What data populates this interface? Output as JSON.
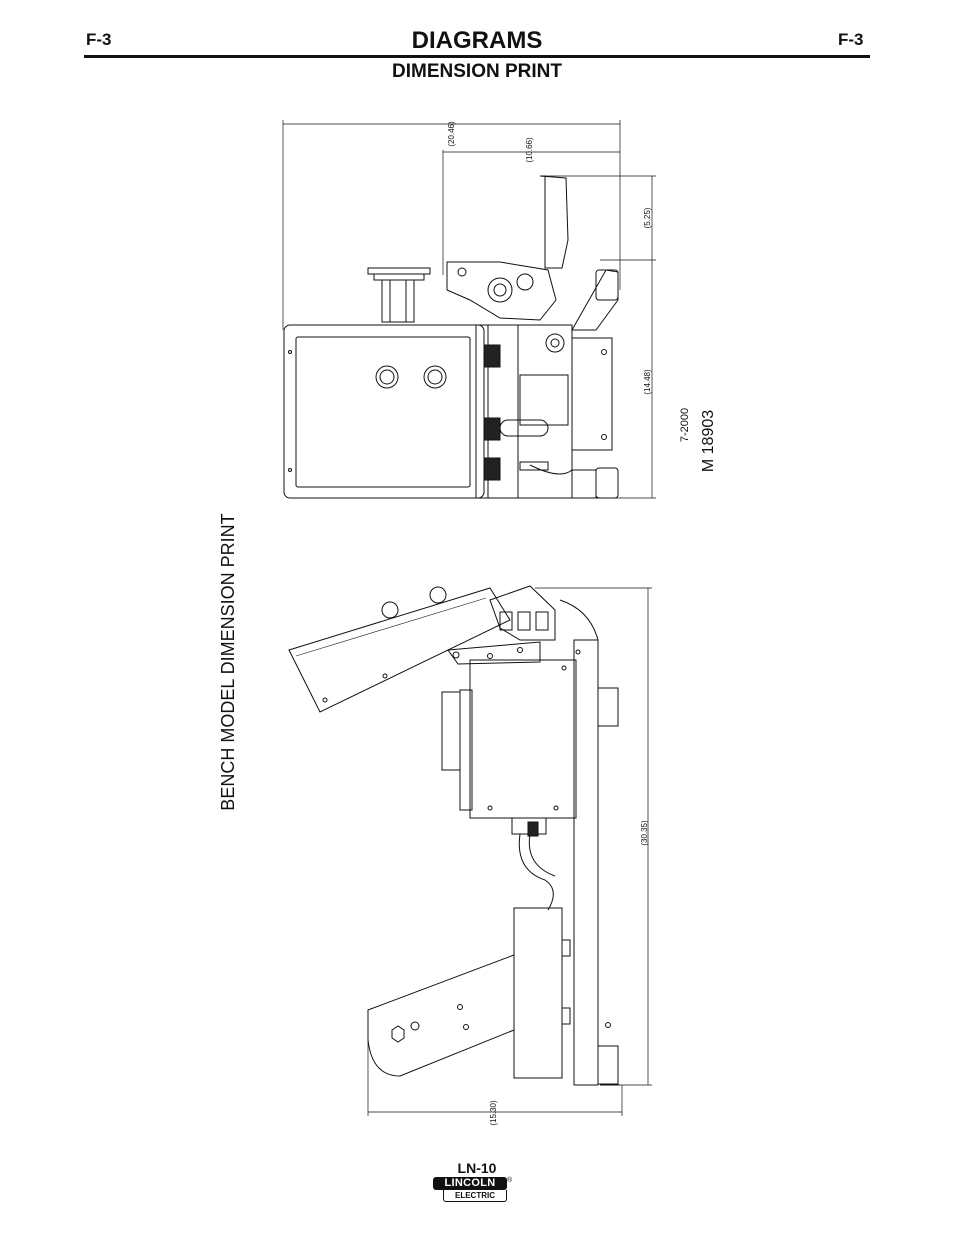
{
  "header": {
    "page_code_left": "F-3",
    "page_code_right": "F-3",
    "title": "DIAGRAMS",
    "subtitle": "DIMENSION PRINT"
  },
  "drawing": {
    "side_title": "BENCH MODEL DIMENSION PRINT",
    "date": "7-2000",
    "drawing_number": "M 18903",
    "dimensions": {
      "overall_top": "(20.46)",
      "arm_top": "(10.66)",
      "right_upper": "(5.25)",
      "right_lower": "(14.48)",
      "side_height": "(30.35)",
      "bottom_width": "(15.30)"
    }
  },
  "footer": {
    "model": "LN-10",
    "brand_top": "LINCOLN",
    "brand_bottom": "ELECTRIC",
    "registered_mark": "®"
  }
}
